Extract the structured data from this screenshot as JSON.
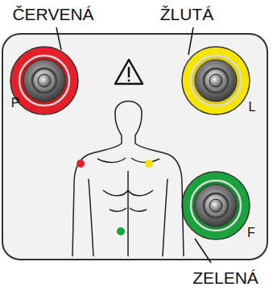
{
  "diagram": {
    "labels": [
      "ČERVENÁ",
      "ŽLUTÁ",
      "P",
      "L",
      "F",
      "ZELENÁ"
    ]
  }
}
